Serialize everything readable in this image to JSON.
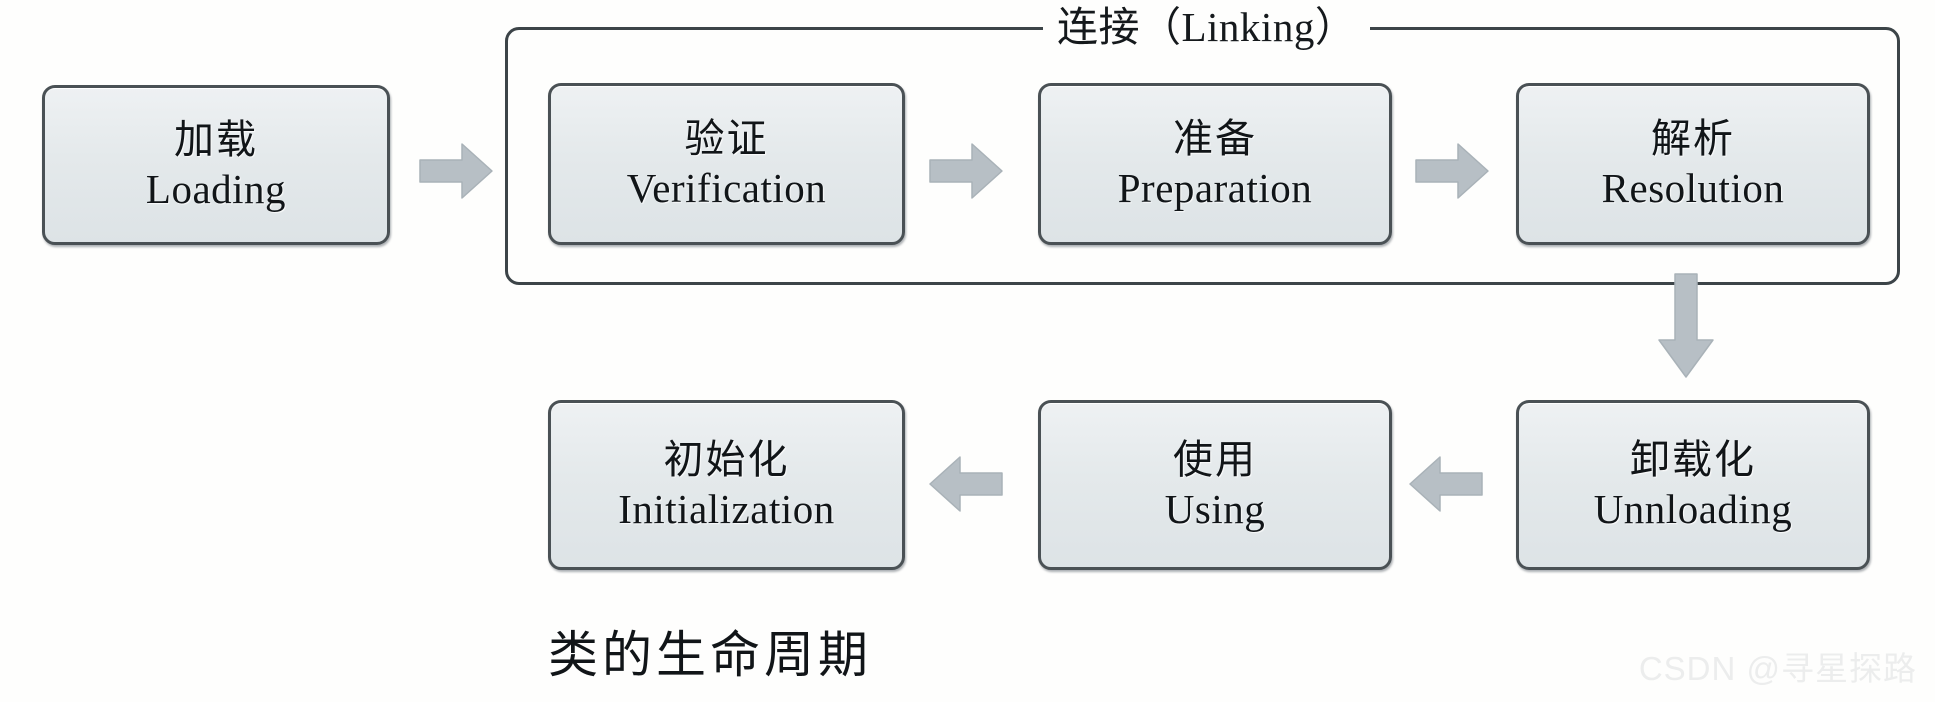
{
  "diagram": {
    "caption": "类的生命周期",
    "group": {
      "label": "连接（Linking）"
    },
    "nodes": [
      {
        "id": "loading",
        "zh": "加载",
        "en": "Loading"
      },
      {
        "id": "verification",
        "zh": "验证",
        "en": "Verification"
      },
      {
        "id": "preparation",
        "zh": "准备",
        "en": "Preparation"
      },
      {
        "id": "resolution",
        "zh": "解析",
        "en": "Resolution"
      },
      {
        "id": "unnloading",
        "zh": "卸载化",
        "en": "Unnloading"
      },
      {
        "id": "using",
        "zh": "使用",
        "en": "Using"
      },
      {
        "id": "initialization",
        "zh": "初始化",
        "en": "Initialization"
      }
    ],
    "arrows": [
      {
        "id": "load-link",
        "direction": "right",
        "from": "loading",
        "to": "verification"
      },
      {
        "id": "ver-prep",
        "direction": "right",
        "from": "verification",
        "to": "preparation"
      },
      {
        "id": "prep-res",
        "direction": "right",
        "from": "preparation",
        "to": "resolution"
      },
      {
        "id": "res-unload",
        "direction": "down",
        "from": "resolution",
        "to": "unnloading"
      },
      {
        "id": "unload-use",
        "direction": "left",
        "from": "unnloading",
        "to": "using"
      },
      {
        "id": "use-init",
        "direction": "left",
        "from": "using",
        "to": "initialization"
      }
    ]
  },
  "watermark": {
    "text": "CSDN @寻星探路"
  },
  "colors": {
    "background": "#fefefd",
    "node_fill": "#e4e9eb",
    "node_border": "#4a5155",
    "arrow_fill": "#b4bcc2",
    "text": "#111518",
    "watermark": "#eceded"
  }
}
